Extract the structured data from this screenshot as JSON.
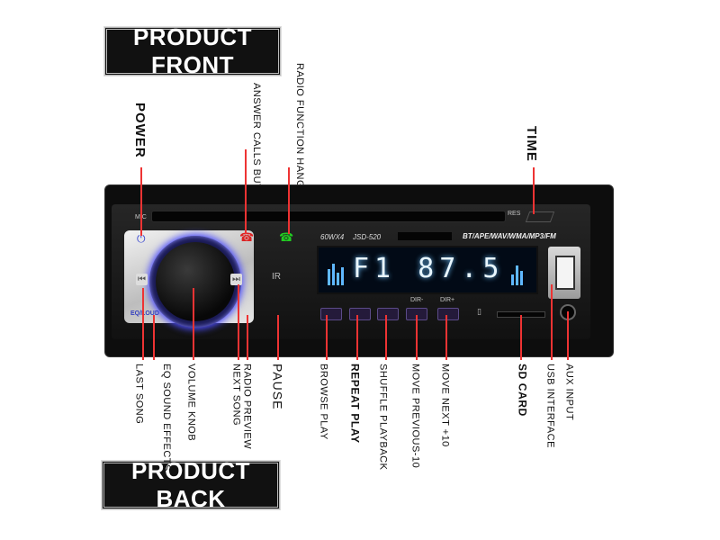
{
  "banners": {
    "front": "PRODUCT FRONT",
    "back": "PRODUCT BACK"
  },
  "top_labels": {
    "power": "POWER",
    "answer_calls": "ANSWER CALLS BUTTON",
    "radio_function": "RADIO FUNCTION HANG UP",
    "time": "TIME"
  },
  "bottom_labels": {
    "eq": "EQ SOUND EFFECTS",
    "last_song": "LAST SONG",
    "volume_knob": "VOLUME KNOB",
    "radio_preview": "RADIO PREVIEW",
    "next_song": "NEXT SONG",
    "pause": "PAUSE",
    "browse_play": "BROWSE PLAY",
    "repeat_play": "REPEAT PLAY",
    "shuffle": "SHUFFLE PLAYBACK",
    "move_previous": "MOVE PREVIOUS-10",
    "move_next": "MOVE NEXT +10",
    "sd_card": "SD CARD",
    "usb_interface": "USB INTERFACE",
    "aux_input": "AUX INPUT"
  },
  "device": {
    "mic": "MIC",
    "res": "RES",
    "power_label": "60WX4",
    "model": "JSD-520",
    "formats": "BT/APE/WAV/WMA/MP3/FM",
    "display": "F1 87.5",
    "eq_loud": "EQ/LOUD",
    "ir": "IR",
    "dir_minus": "DIR-",
    "dir_plus": "DIR+"
  },
  "colors": {
    "accent_line": "#e33333",
    "knob_glow": "#4e4eff",
    "display_glow": "#6fc3ff"
  }
}
